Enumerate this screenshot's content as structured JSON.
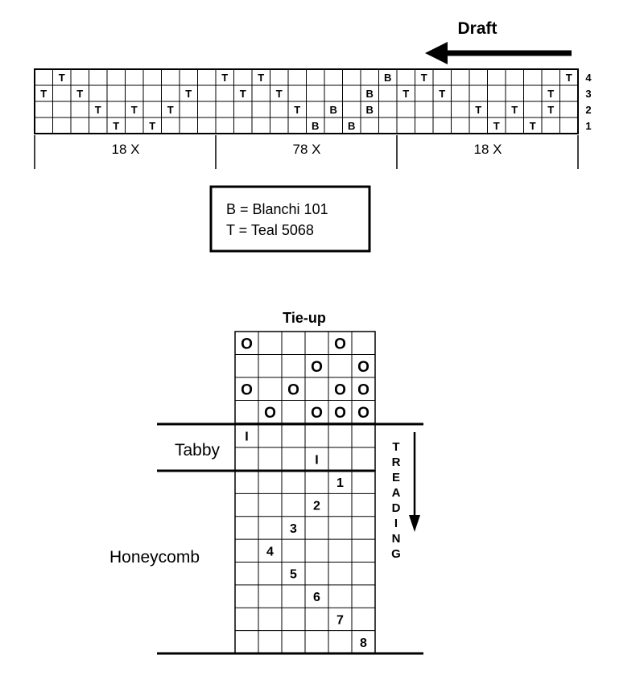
{
  "draft": {
    "title": "Draft",
    "shaft_numbers": [
      "4",
      "3",
      "2",
      "1"
    ],
    "threading": [
      [
        "",
        "T",
        "",
        "",
        "",
        "",
        "",
        "",
        "",
        "",
        "T",
        "",
        "T",
        "",
        "",
        "",
        "",
        "",
        "",
        "B",
        "",
        "T",
        "",
        "",
        "",
        "",
        "",
        "",
        "",
        "T"
      ],
      [
        "T",
        "",
        "T",
        "",
        "",
        "",
        "",
        "",
        "T",
        "",
        "",
        "T",
        "",
        "T",
        "",
        "",
        "",
        "",
        "B",
        "",
        "T",
        "",
        "T",
        "",
        "",
        "",
        "",
        "",
        "T",
        ""
      ],
      [
        "",
        "",
        "",
        "T",
        "",
        "T",
        "",
        "T",
        "",
        "",
        "",
        "",
        "",
        "",
        "T",
        "",
        "B",
        "",
        "B",
        "",
        "",
        "",
        "",
        "",
        "T",
        "",
        "T",
        "",
        "T",
        ""
      ],
      [
        "",
        "",
        "",
        "",
        "T",
        "",
        "T",
        "",
        "",
        "",
        "",
        "",
        "",
        "",
        "",
        "B",
        "",
        "B",
        "",
        "",
        "",
        "",
        "",
        "",
        "",
        "T",
        "",
        "T",
        "",
        ""
      ]
    ],
    "repeats": [
      "18 X",
      "78 X",
      "18 X"
    ]
  },
  "legend": {
    "line1": "B = Blanchi 101",
    "line2": "T = Teal 5068"
  },
  "tieup": {
    "title": "Tie-up",
    "grid": [
      [
        "O",
        "",
        "",
        "",
        "O",
        ""
      ],
      [
        "",
        "",
        "",
        "O",
        "",
        "O"
      ],
      [
        "O",
        "",
        "O",
        "",
        "O",
        "O"
      ],
      [
        "",
        "O",
        "",
        "O",
        "O",
        "O"
      ]
    ]
  },
  "treading": {
    "label": "TREADING",
    "sections": [
      {
        "name": "Tabby",
        "rows": [
          [
            "I",
            "",
            "",
            "",
            "",
            ""
          ],
          [
            "",
            "",
            "",
            "I",
            "",
            ""
          ]
        ]
      },
      {
        "name": "Honeycomb",
        "rows": [
          [
            "",
            "",
            "",
            "",
            "1",
            ""
          ],
          [
            "",
            "",
            "",
            "2",
            "",
            ""
          ],
          [
            "",
            "",
            "3",
            "",
            "",
            ""
          ],
          [
            "",
            "4",
            "",
            "",
            "",
            ""
          ],
          [
            "",
            "",
            "5",
            "",
            "",
            ""
          ],
          [
            "",
            "",
            "",
            "6",
            "",
            ""
          ],
          [
            "",
            "",
            "",
            "",
            "7",
            ""
          ],
          [
            "",
            "",
            "",
            "",
            "",
            "8"
          ]
        ]
      }
    ]
  }
}
